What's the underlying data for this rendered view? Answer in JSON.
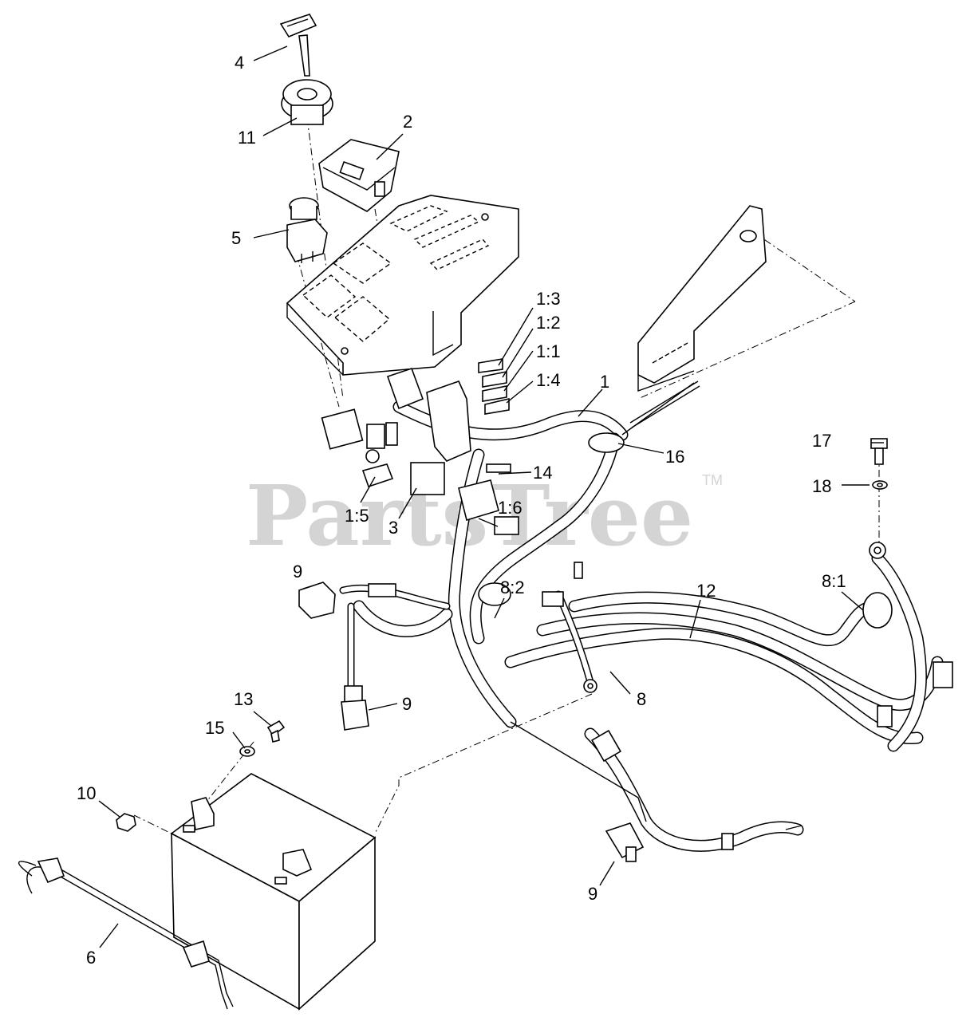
{
  "watermark": {
    "text": "PartsTree",
    "trademark": "TM"
  },
  "callouts": [
    {
      "id": "4",
      "label": "4"
    },
    {
      "id": "11",
      "label": "11"
    },
    {
      "id": "2",
      "label": "2"
    },
    {
      "id": "5",
      "label": "5"
    },
    {
      "id": "1-3",
      "label": "1:3"
    },
    {
      "id": "1-2",
      "label": "1:2"
    },
    {
      "id": "1-1",
      "label": "1:1"
    },
    {
      "id": "1-4",
      "label": "1:4"
    },
    {
      "id": "1",
      "label": "1"
    },
    {
      "id": "16",
      "label": "16"
    },
    {
      "id": "14",
      "label": "14"
    },
    {
      "id": "1-5",
      "label": "1:5"
    },
    {
      "id": "3",
      "label": "3"
    },
    {
      "id": "1-6",
      "label": "1:6"
    },
    {
      "id": "17",
      "label": "17"
    },
    {
      "id": "18",
      "label": "18"
    },
    {
      "id": "9-a",
      "label": "9"
    },
    {
      "id": "8-2",
      "label": "8:2"
    },
    {
      "id": "12",
      "label": "12"
    },
    {
      "id": "8-1",
      "label": "8:1"
    },
    {
      "id": "9-b",
      "label": "9"
    },
    {
      "id": "8",
      "label": "8"
    },
    {
      "id": "13",
      "label": "13"
    },
    {
      "id": "15",
      "label": "15"
    },
    {
      "id": "10",
      "label": "10"
    },
    {
      "id": "9-c",
      "label": "9"
    },
    {
      "id": "6",
      "label": "6"
    }
  ]
}
